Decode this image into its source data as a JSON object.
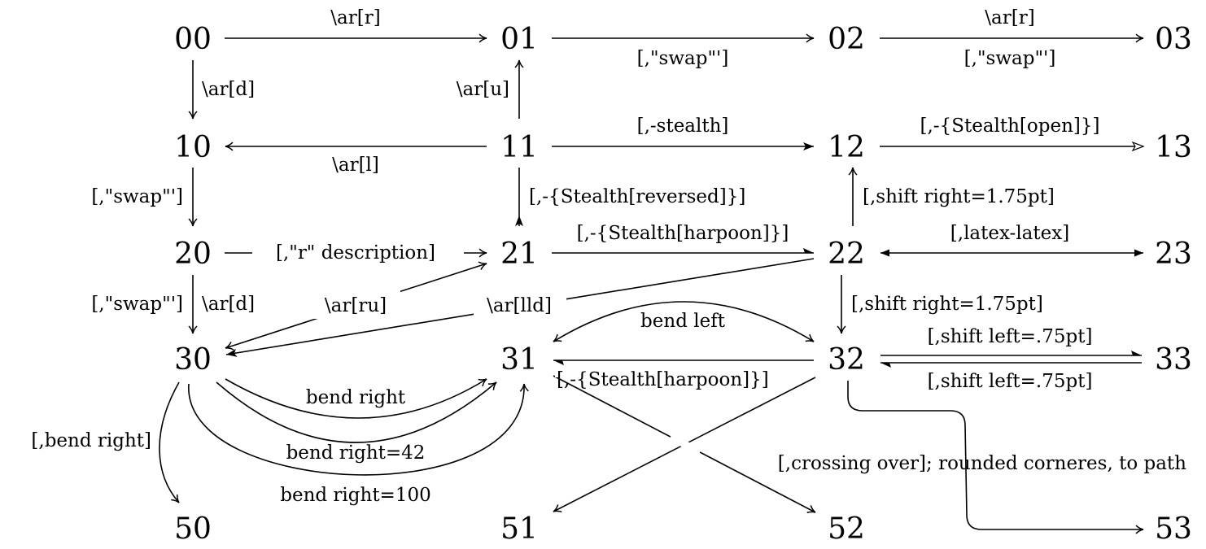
{
  "nodes": {
    "n00": "00",
    "n01": "01",
    "n02": "02",
    "n03": "03",
    "n10": "10",
    "n11": "11",
    "n12": "12",
    "n13": "13",
    "n20": "20",
    "n21": "21",
    "n22": "22",
    "n23": "23",
    "n30": "30",
    "n31": "31",
    "n32": "32",
    "n33": "33",
    "n50": "50",
    "n51": "51",
    "n52": "52",
    "n53": "53"
  },
  "labels": {
    "ar_r_1": "\\ar[r]",
    "swap_0102": "[,\"swap\"']",
    "ar_r_2": "\\ar[r]",
    "swap_0203": "[,\"swap\"']",
    "ar_d_1": "\\ar[d]",
    "ar_u": "\\ar[u]",
    "ar_l": "\\ar[l]",
    "stealth": "[,-stealth]",
    "stealth_open": "[,-{Stealth[open]}]",
    "swap_1020": "[,\"swap\"']",
    "stealth_reversed": "[,-{Stealth[reversed]}]",
    "shift_right_1": "[,shift right=1.75pt]",
    "r_description": "[,\"r\" description]",
    "stealth_harpoon": "[,-{Stealth[harpoon]}]",
    "latex_latex": "[,latex-latex]",
    "swap_2030": "[,\"swap\"']",
    "ar_d_2": "\\ar[d]",
    "ar_ru": "\\ar[ru]",
    "ar_lld": "\\ar[lld]",
    "shift_right_2": "[,shift right=1.75pt]",
    "bend_left": "bend left",
    "shift_left_1": "[,shift left=.75pt]",
    "shift_left_2": "[,shift left=.75pt]",
    "stealth_harpoon_2": "[,-{Stealth[harpoon]}]",
    "bend_right": "bend right",
    "bend_right_42": "bend right=42",
    "bend_right_100": "bend right=100",
    "bend_right_left": "[,bend right]",
    "crossing_over": "[,crossing over]; rounded corneres, to path"
  }
}
